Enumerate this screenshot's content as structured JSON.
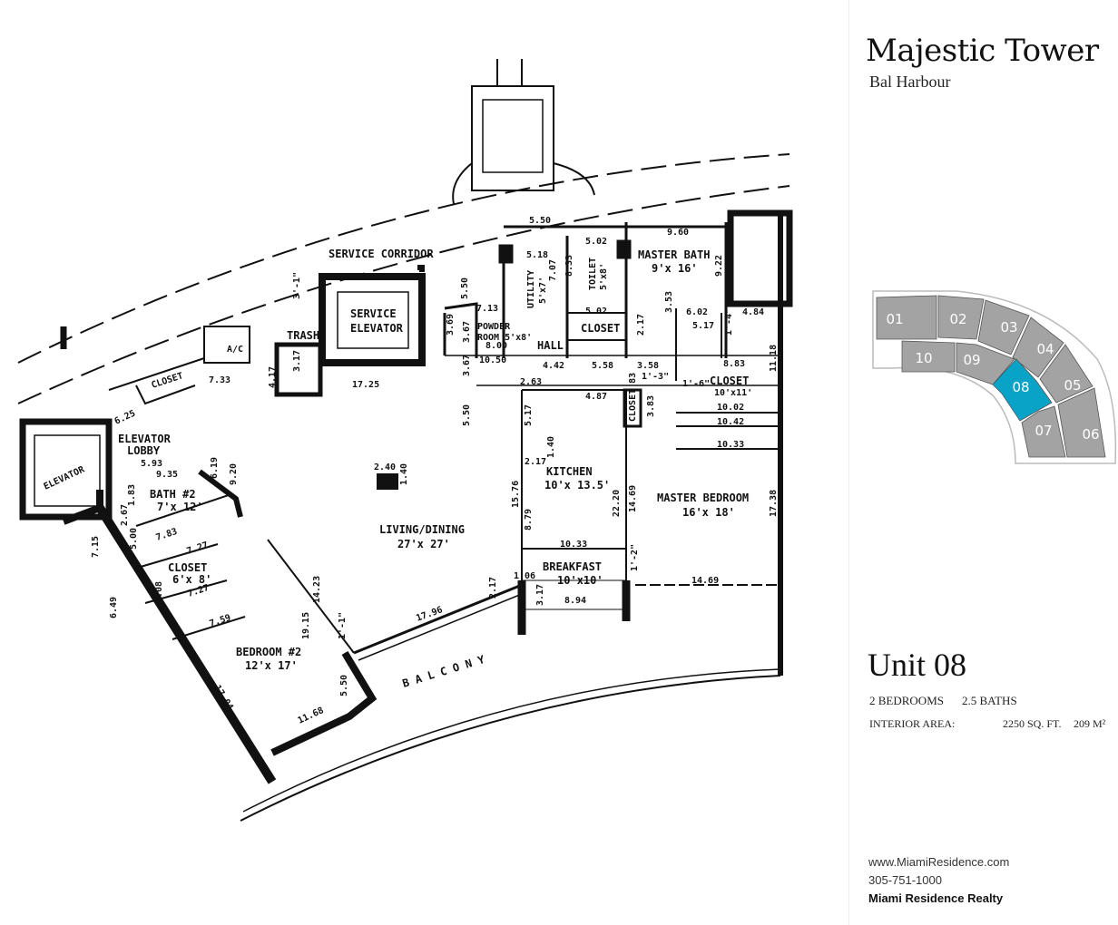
{
  "plan": {
    "rooms": {
      "service_corridor": "SERVICE CORRIDOR",
      "service_elevator_1": "SERVICE",
      "service_elevator_2": "ELEVATOR",
      "trash": "TRASH",
      "ac": "A/C",
      "closet_entry": "CLOSET",
      "elevator": "ELEVATOR",
      "elevator_lobby_1": "ELEVATOR",
      "elevator_lobby_2": "LOBBY",
      "bath2": "BATH #2",
      "bath2_size": "7'x 12'",
      "closet_bed2": "CLOSET",
      "closet_bed2_size": "6'x 8'",
      "bedroom2": "BEDROOM #2",
      "bedroom2_size": "12'x 17'",
      "living": "LIVING/DINING",
      "living_size": "27'x 27'",
      "powder_1": "POWDER",
      "powder_2": "ROOM 5'x8'",
      "hall": "HALL",
      "utility": "UTILITY",
      "utility_size": "5'x7'",
      "toilet": "TOILET",
      "toilet_size": "5'x8'",
      "closet_hall": "CLOSET",
      "master_bath": "MASTER BATH",
      "master_bath_size": "9'x 16'",
      "closet_master": "CLOSET",
      "closet_master_size": "10'x11'",
      "kitchen": "KITCHEN",
      "kitchen_size": "10'x 13.5'",
      "master_bedroom": "MASTER BEDROOM",
      "master_bedroom_size": "16'x 18'",
      "breakfast": "BREAKFAST",
      "breakfast_size": "10'x10'",
      "balcony": "B A L C O N Y",
      "closet_small": "CLOSET 83"
    },
    "dims": [
      "5.50",
      "5.18",
      "5.02",
      "9.60",
      "8.33",
      "7.07",
      "9.22",
      "5.50",
      "7.13",
      "3.67",
      "8.00",
      "10.50",
      "3.67",
      "5.50",
      "4.42",
      "5.58",
      "3.58",
      "8.83",
      "2.63",
      "4.87",
      "3.83",
      "5.17",
      "2.17",
      "1.40",
      "15.76",
      "8.79",
      "22.20",
      "14.69",
      "10.33",
      "17.38",
      "10.02",
      "10.42",
      "10.33",
      "14.69",
      "8.94",
      "3.17",
      "1.06",
      "2.17",
      "17.96",
      "5.50",
      "11.68",
      "17.04",
      "14.23",
      "19.15",
      "7.59",
      "7.27",
      "6.08",
      "7.27",
      "7.83",
      "5.00",
      "2.67",
      "1.83",
      "7.15",
      "6.49",
      "5.93",
      "9.35",
      "6.19",
      "9.20",
      "6.25",
      "7.33",
      "4.17",
      "3.17",
      "17.25",
      "3.69",
      "2.40",
      "1.40",
      "6.02",
      "5.17",
      "3.53",
      "2.17",
      "5.02",
      "4.84",
      "11.18",
      "1'-3\"",
      "1'-6\"",
      "1'-4\"",
      "1'-2\"",
      "1'-1\"",
      "3'-1\""
    ]
  },
  "sidebar": {
    "title": "Majestic Tower",
    "subtitle": "Bal Harbour",
    "keyplan_units": [
      "01",
      "02",
      "03",
      "04",
      "05",
      "06",
      "07",
      "08",
      "09",
      "10"
    ],
    "selected_unit": "08",
    "highlight_color": "#0aa3c8",
    "unit_color": "#a3a3a3",
    "unit_title": "Unit 08",
    "bedrooms": "2 BEDROOMS",
    "baths": "2.5 BATHS",
    "area_label": "INTERIOR AREA:",
    "area_sqft": "2250 SQ. FT.",
    "area_m2": "209 M²",
    "website": "www.MiamiResidence.com",
    "phone": "305-751-1000",
    "company": "Miami Residence Realty"
  }
}
